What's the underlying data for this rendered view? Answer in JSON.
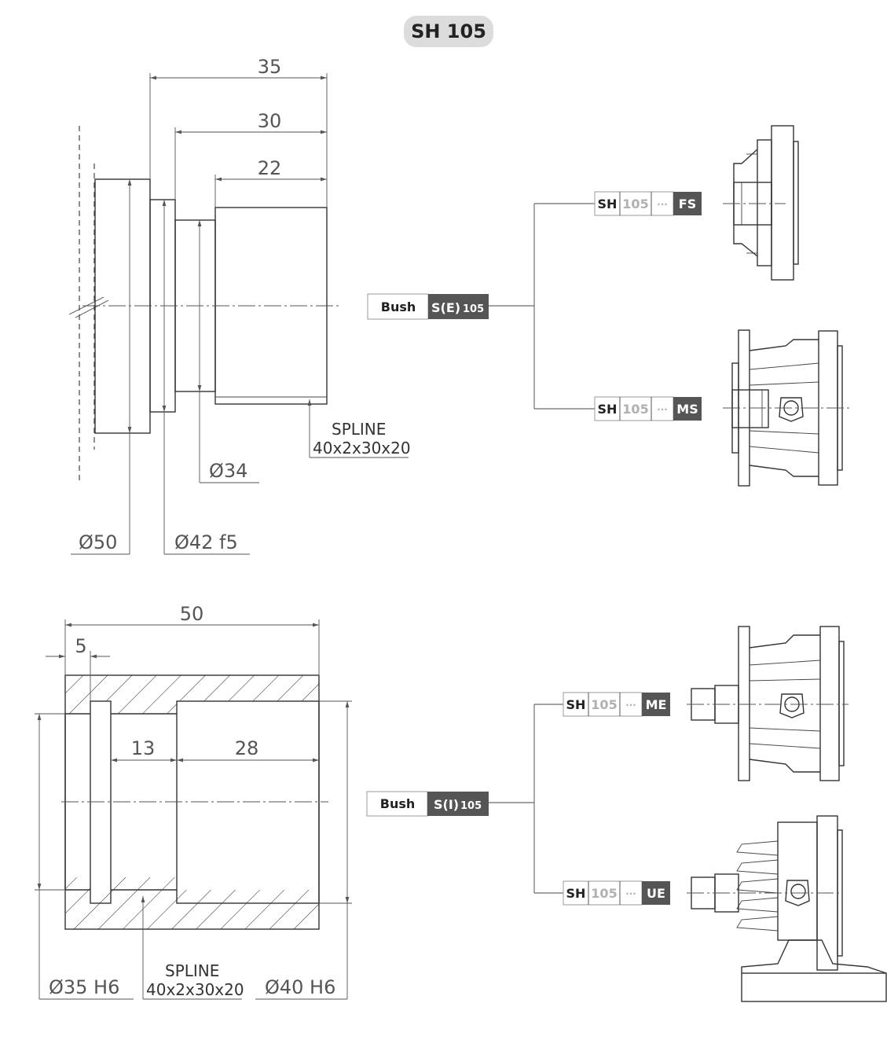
{
  "title": "SH 105",
  "top_drawing": {
    "dimensions": [
      "35",
      "30",
      "22"
    ],
    "diameters": [
      "Ø34",
      "Ø50",
      "Ø42 f5"
    ],
    "spline_label": "SPLINE",
    "spline_spec": "40x2x30x20"
  },
  "bottom_drawing": {
    "dimensions": [
      "50",
      "5",
      "13",
      "28"
    ],
    "diameters": [
      "Ø35 H6",
      "Ø40 H6"
    ],
    "spline_label": "SPLINE",
    "spline_spec": "40x2x30x20"
  },
  "top_tree": {
    "bush": {
      "label": "Bush",
      "code": "S(E)",
      "num": "105"
    },
    "options": [
      {
        "prefix": "SH",
        "num": "105",
        "dots": "···",
        "suffix": "FS"
      },
      {
        "prefix": "SH",
        "num": "105",
        "dots": "···",
        "suffix": "MS"
      }
    ]
  },
  "bottom_tree": {
    "bush": {
      "label": "Bush",
      "code": "S(I)",
      "num": "105"
    },
    "options": [
      {
        "prefix": "SH",
        "num": "105",
        "dots": "···",
        "suffix": "ME"
      },
      {
        "prefix": "SH",
        "num": "105",
        "dots": "···",
        "suffix": "UE"
      }
    ]
  },
  "colors": {
    "tag_dark": "#555555",
    "tag_border": "#999999",
    "title_bg": "#dcdcdc"
  }
}
